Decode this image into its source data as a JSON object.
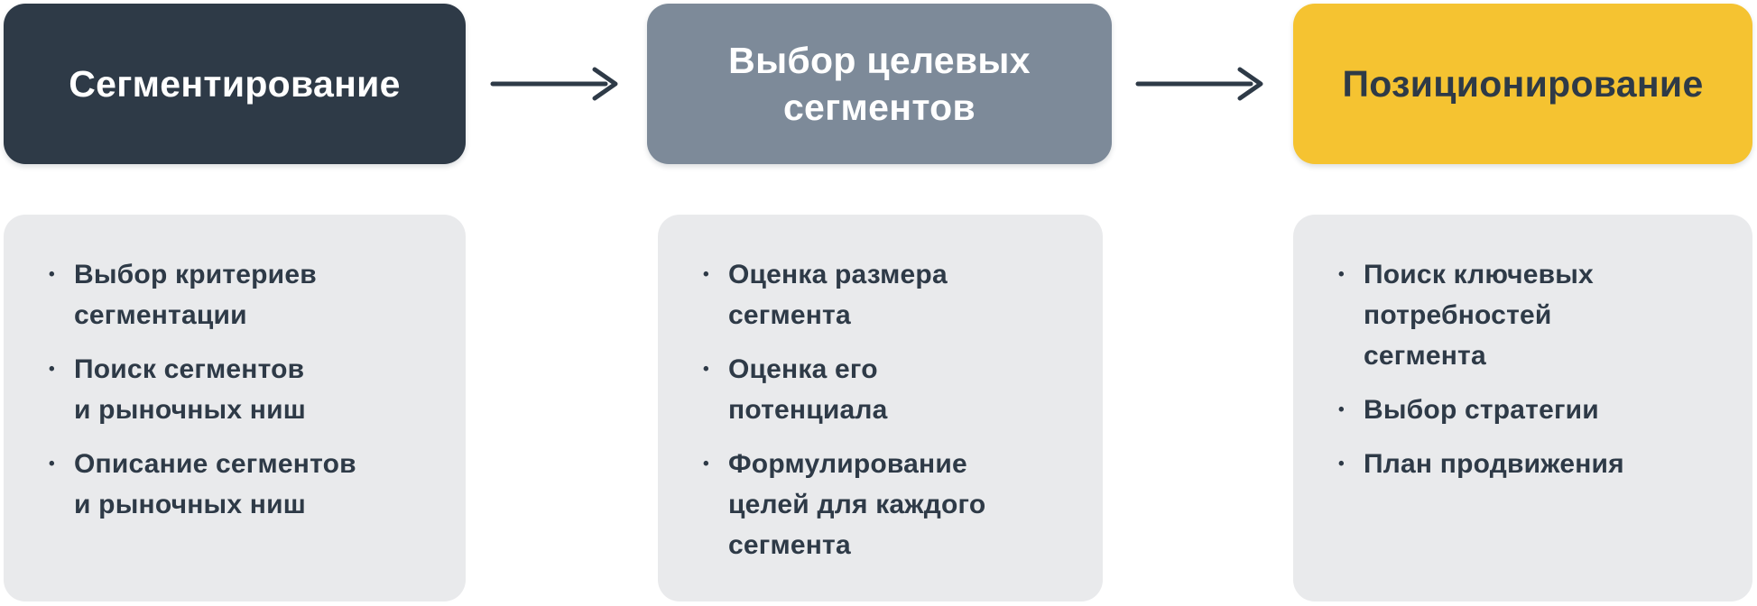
{
  "colors": {
    "dark": "#2E3A47",
    "gray_blue": "#7D8A99",
    "yellow": "#F5C331",
    "card_background": "#E9EAEC",
    "header_text_light": "#FFFFFF",
    "body_text": "#2E3A47"
  },
  "icons": {
    "bullet": "•",
    "arrow": "→"
  },
  "stages": [
    {
      "title": "Сегментирование",
      "items": [
        "Выбор критериев\nсегментации",
        "Поиск сегментов\nи рыночных ниш",
        "Описание сегментов\nи рыночных ниш"
      ]
    },
    {
      "title": "Выбор целевых\nсегментов",
      "items": [
        "Оценка размера\nсегмента",
        "Оценка его\nпотенциала",
        "Формулирование\nцелей для каждого\nсегмента"
      ]
    },
    {
      "title": "Позиционирование",
      "items": [
        "Поиск ключевых\nпотребностей\nсегмента",
        "Выбор стратегии",
        "План продвижения"
      ]
    }
  ]
}
